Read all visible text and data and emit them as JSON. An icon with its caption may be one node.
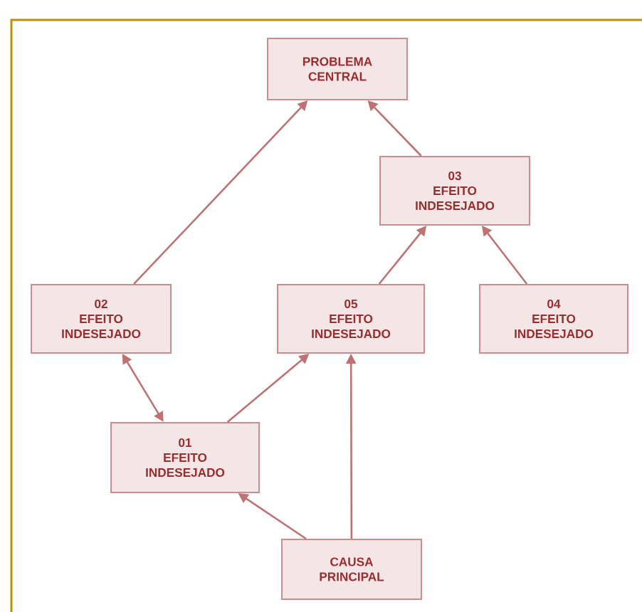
{
  "diagram": {
    "nodes": [
      {
        "text": [
          "PROBLEMA CENTRAL"
        ]
      },
      {
        "text": [
          "03 EFEITO INDESEJADO"
        ]
      },
      {
        "text": [
          "02 EFEITO INDESEJADO"
        ]
      },
      {
        "text": [
          "05 EFEITO INDESEJADO"
        ]
      },
      {
        "text": [
          "04 EFEITO INDESEJADO"
        ]
      },
      {
        "text": [
          "01 EFEITO INDESEJADO"
        ]
      },
      {
        "text": [
          "CAUSA PRINCIPAL"
        ]
      }
    ],
    "edges": [
      {
        "from": 2,
        "to": 0,
        "arrow": "to"
      },
      {
        "from": 1,
        "to": 0,
        "arrow": "to"
      },
      {
        "from": 3,
        "to": 1,
        "arrow": "to"
      },
      {
        "from": 4,
        "to": 1,
        "arrow": "to"
      },
      {
        "from": 2,
        "to": 5,
        "arrow": "both"
      },
      {
        "from": 5,
        "to": 3,
        "arrow": "to"
      },
      {
        "from": 6,
        "to": 5,
        "arrow": "to"
      },
      {
        "from": 6,
        "to": 3,
        "arrow": "to"
      }
    ]
  }
}
